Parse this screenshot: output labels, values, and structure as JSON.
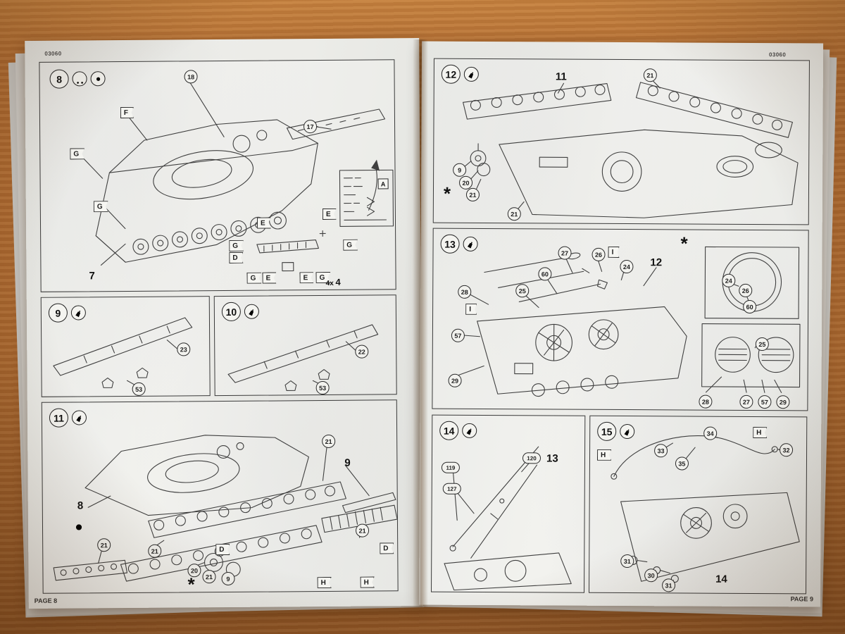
{
  "meta": {
    "kit_number": "03060",
    "page_left": "PAGE 8",
    "page_right": "PAGE 9"
  },
  "icons": {
    "step8": [
      "pliers-icon",
      "decal-sun-icon"
    ],
    "step9": [
      "glue-bottle-icon"
    ],
    "step10": [
      "glue-bottle-icon"
    ],
    "step11": [
      "glue-bottle-icon"
    ],
    "step12": [
      "glue-bottle-icon"
    ],
    "step13": [
      "glue-bottle-icon"
    ],
    "step14": [
      "glue-bottle-icon"
    ],
    "step15": [
      "glue-bottle-icon"
    ],
    "extra": [
      "sun-icon",
      "asterisk"
    ]
  },
  "step8": {
    "num": "8",
    "callouts": [
      "18",
      "17"
    ],
    "part_labels": [
      "7"
    ],
    "flags": [
      "F",
      "G",
      "G",
      "E",
      "E",
      "G",
      "D",
      "G",
      "G",
      "E",
      "E",
      "G"
    ],
    "qty": "4x",
    "qty_part": "4",
    "decal_label": "A"
  },
  "step9": {
    "num": "9",
    "callouts": [
      "23",
      "53"
    ]
  },
  "step10": {
    "num": "10",
    "callouts": [
      "22",
      "53"
    ]
  },
  "step11": {
    "num": "11",
    "callouts": [
      "21",
      "21",
      "21",
      "20",
      "21",
      "9",
      "21"
    ],
    "part_labels": [
      "8",
      "9"
    ],
    "flags": [
      "D",
      "D",
      "H",
      "H"
    ],
    "asterisk": "*"
  },
  "step12": {
    "num": "12",
    "callouts": [
      "21",
      "9",
      "20",
      "21",
      "21"
    ],
    "part_labels": [
      "11"
    ],
    "asterisk": "*"
  },
  "step13": {
    "num": "13",
    "callouts_left": [
      "27",
      "26",
      "24",
      "60",
      "25",
      "28",
      "57",
      "29"
    ],
    "callouts_right": [
      "24",
      "26",
      "60",
      "25",
      "28",
      "27",
      "57",
      "29"
    ],
    "part_labels": [
      "12"
    ],
    "flags": [
      "I",
      "I"
    ],
    "asterisk": "*"
  },
  "step14": {
    "num": "14",
    "callouts": [
      "119",
      "120",
      "127"
    ],
    "part_labels": [
      "13"
    ]
  },
  "step15": {
    "num": "15",
    "callouts": [
      "33",
      "34",
      "35",
      "32",
      "31",
      "30",
      "31"
    ],
    "part_labels": [
      "14"
    ],
    "flags": [
      "H",
      "H"
    ]
  }
}
